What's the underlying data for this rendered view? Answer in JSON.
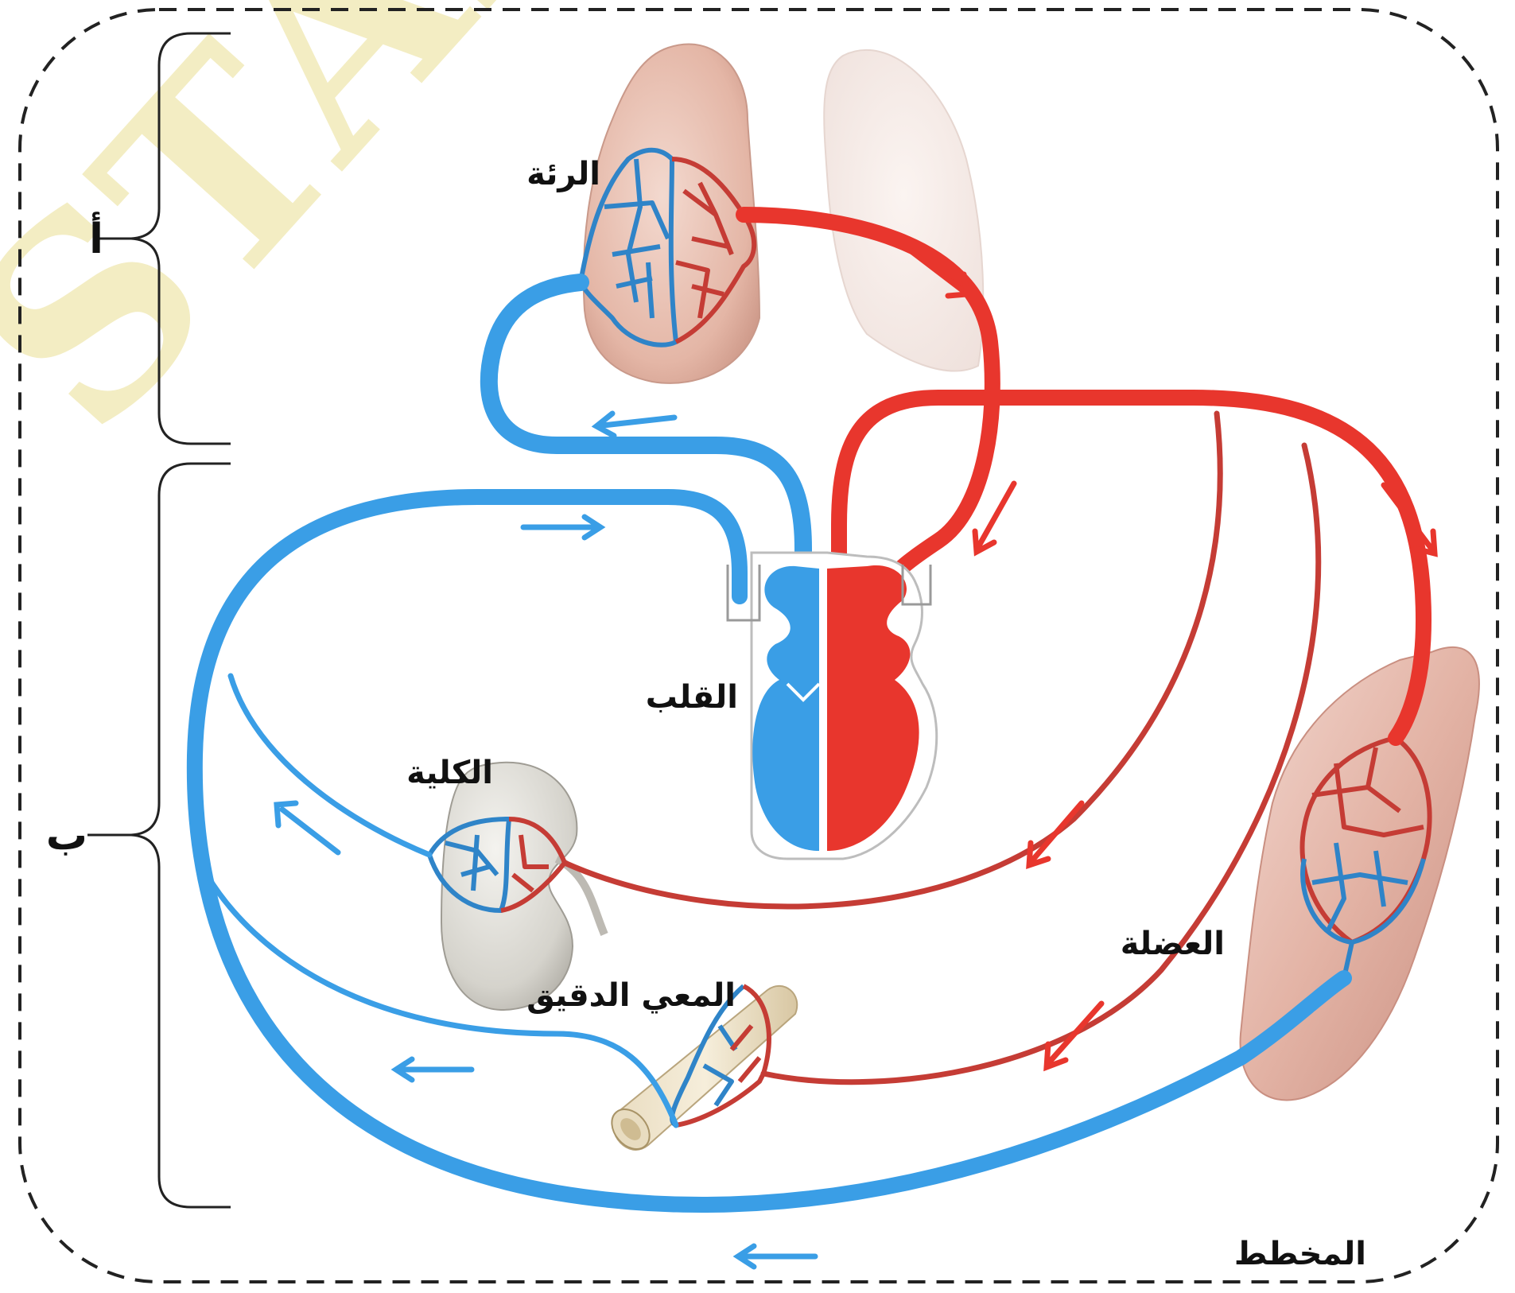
{
  "labels": {
    "lung": "الرئة",
    "heart": "القلب",
    "kidney": "الكلية",
    "small_intestine": "المعي الدقيق",
    "muscle": "العضلة",
    "diagram_label": "المخطط",
    "circuit_a": "أ",
    "circuit_b": "ب"
  },
  "watermark": "STAPL",
  "colors": {
    "oxygenated": "#e8362d",
    "deoxygenated": "#3a9ee6",
    "artery_dark": "#c53c35",
    "vein_dark": "#2f84c8",
    "border": "#222222"
  },
  "icons": {
    "flow_arrow": "arrow-icon",
    "brace": "curly-brace"
  }
}
